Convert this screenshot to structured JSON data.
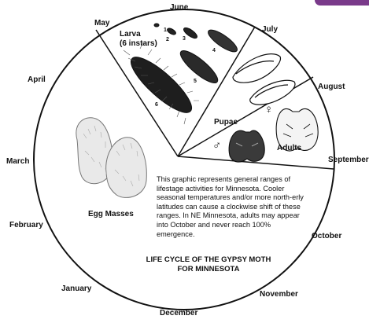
{
  "months": {
    "june": "June",
    "july": "July",
    "august": "August",
    "september": "September",
    "october": "October",
    "november": "November",
    "december": "December",
    "january": "January",
    "february": "February",
    "march": "March",
    "april": "April",
    "may": "May"
  },
  "segments": {
    "larva_title": "Larva",
    "larva_sub": "(6 instars)",
    "instars": [
      "1",
      "2",
      "3",
      "4",
      "5",
      "6"
    ],
    "pupae": "Pupae",
    "adults": "Adults",
    "female_symbol": "♀",
    "male_symbol": "♂",
    "egg_masses": "Egg Masses"
  },
  "info_text": "This graphic represents general ranges of lifestage activities for Minnesota. Cooler seasonal temperatures and/or more north-erly latitudes can cause a clockwise shift of these ranges. In NE Minnesota, adults may appear into October and never reach 100% emergence.",
  "title": {
    "line1": "LIFE CYCLE OF THE GYPSY MOTH",
    "line2": "FOR MINNESOTA"
  },
  "colors": {
    "ink": "#111111",
    "accent": "#7a3a8a"
  }
}
